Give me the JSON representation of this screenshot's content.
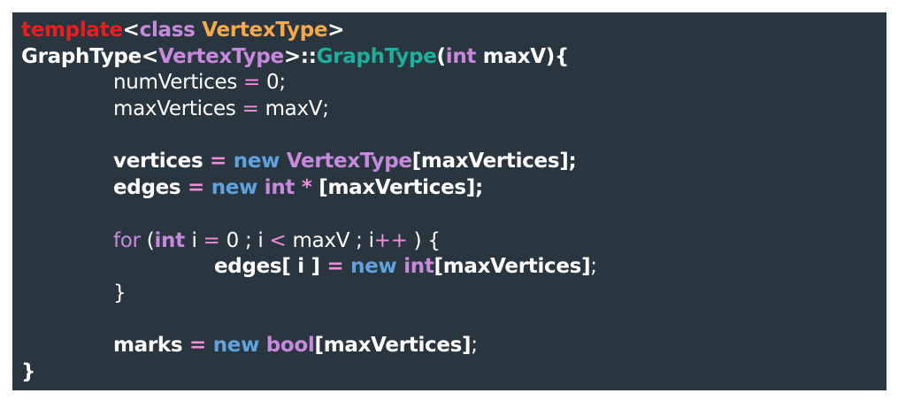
{
  "colors": {
    "background": "#29363f",
    "default": "#ffffff",
    "keyword_red": "#ee1c1c",
    "keyword_purple": "#c889dd",
    "type_orange": "#f7a94a",
    "function_teal": "#1fae9d",
    "keyword_blue": "#5fa2de",
    "operator_pink": "#f08dd8",
    "number": "#ffffff"
  },
  "code": {
    "lines": [
      {
        "indent": 0,
        "tokens": [
          {
            "text": "template",
            "color": "keyword_red",
            "bold": true
          },
          {
            "text": "<",
            "color": "default",
            "bold": true
          },
          {
            "text": "class ",
            "color": "keyword_purple",
            "bold": true
          },
          {
            "text": "VertexType",
            "color": "type_orange",
            "bold": true
          },
          {
            "text": ">",
            "color": "default",
            "bold": true
          }
        ]
      },
      {
        "indent": 0,
        "tokens": [
          {
            "text": "GraphType",
            "color": "default",
            "bold": true
          },
          {
            "text": "<",
            "color": "default",
            "bold": true
          },
          {
            "text": "VertexType",
            "color": "keyword_purple",
            "bold": true
          },
          {
            "text": ">::",
            "color": "default",
            "bold": true
          },
          {
            "text": "GraphType",
            "color": "function_teal",
            "bold": true
          },
          {
            "text": "(",
            "color": "default",
            "bold": true
          },
          {
            "text": "int ",
            "color": "keyword_purple",
            "bold": true
          },
          {
            "text": "maxV){",
            "color": "default",
            "bold": true
          }
        ]
      },
      {
        "indent": 1,
        "tokens": [
          {
            "text": "numVertices ",
            "color": "default",
            "bold": false
          },
          {
            "text": "=",
            "color": "operator_pink",
            "bold": false
          },
          {
            "text": " 0;",
            "color": "default",
            "bold": false
          }
        ]
      },
      {
        "indent": 1,
        "tokens": [
          {
            "text": "maxVertices ",
            "color": "default",
            "bold": false
          },
          {
            "text": "=",
            "color": "operator_pink",
            "bold": false
          },
          {
            "text": " maxV;",
            "color": "default",
            "bold": false
          }
        ]
      },
      {
        "indent": 0,
        "tokens": []
      },
      {
        "indent": 1,
        "tokens": [
          {
            "text": "vertices ",
            "color": "default",
            "bold": true
          },
          {
            "text": "=",
            "color": "operator_pink",
            "bold": true
          },
          {
            "text": " ",
            "color": "default",
            "bold": true
          },
          {
            "text": "new ",
            "color": "keyword_blue",
            "bold": true
          },
          {
            "text": "VertexType",
            "color": "keyword_purple",
            "bold": true
          },
          {
            "text": "[maxVertices];",
            "color": "default",
            "bold": true
          }
        ]
      },
      {
        "indent": 1,
        "tokens": [
          {
            "text": "edges ",
            "color": "default",
            "bold": true
          },
          {
            "text": "=",
            "color": "operator_pink",
            "bold": true
          },
          {
            "text": " ",
            "color": "default",
            "bold": true
          },
          {
            "text": "new ",
            "color": "keyword_blue",
            "bold": true
          },
          {
            "text": "int ",
            "color": "keyword_purple",
            "bold": true
          },
          {
            "text": "*",
            "color": "operator_pink",
            "bold": true
          },
          {
            "text": " [maxVertices];",
            "color": "default",
            "bold": true
          }
        ]
      },
      {
        "indent": 0,
        "tokens": []
      },
      {
        "indent": 1,
        "tokens": [
          {
            "text": "for ",
            "color": "keyword_purple",
            "bold": false
          },
          {
            "text": "(",
            "color": "default",
            "bold": false
          },
          {
            "text": "int ",
            "color": "keyword_purple",
            "bold": true
          },
          {
            "text": "i ",
            "color": "default",
            "bold": false
          },
          {
            "text": "=",
            "color": "operator_pink",
            "bold": false
          },
          {
            "text": " 0 ; i ",
            "color": "default",
            "bold": false
          },
          {
            "text": "<",
            "color": "operator_pink",
            "bold": false
          },
          {
            "text": " maxV ; i",
            "color": "default",
            "bold": false
          },
          {
            "text": "++",
            "color": "operator_pink",
            "bold": false
          },
          {
            "text": " ) {",
            "color": "default",
            "bold": false
          }
        ]
      },
      {
        "indent": 2,
        "tokens": [
          {
            "text": "edges[ i ] ",
            "color": "default",
            "bold": true
          },
          {
            "text": "=",
            "color": "operator_pink",
            "bold": true
          },
          {
            "text": " ",
            "color": "default",
            "bold": true
          },
          {
            "text": "new ",
            "color": "keyword_blue",
            "bold": true
          },
          {
            "text": "int",
            "color": "keyword_purple",
            "bold": true
          },
          {
            "text": "[maxVertices]",
            "color": "default",
            "bold": true
          },
          {
            "text": ";",
            "color": "default",
            "bold": false
          }
        ]
      },
      {
        "indent": 1,
        "tokens": [
          {
            "text": "}",
            "color": "default",
            "bold": false
          }
        ]
      },
      {
        "indent": 0,
        "tokens": []
      },
      {
        "indent": 1,
        "tokens": [
          {
            "text": "marks ",
            "color": "default",
            "bold": true
          },
          {
            "text": "=",
            "color": "operator_pink",
            "bold": true
          },
          {
            "text": " ",
            "color": "default",
            "bold": true
          },
          {
            "text": "new ",
            "color": "keyword_blue",
            "bold": true
          },
          {
            "text": "bool",
            "color": "keyword_purple",
            "bold": true
          },
          {
            "text": "[maxVertices]",
            "color": "default",
            "bold": true
          },
          {
            "text": ";",
            "color": "default",
            "bold": false
          }
        ]
      },
      {
        "indent": 0,
        "tokens": [
          {
            "text": "}",
            "color": "default",
            "bold": true
          }
        ]
      }
    ]
  }
}
